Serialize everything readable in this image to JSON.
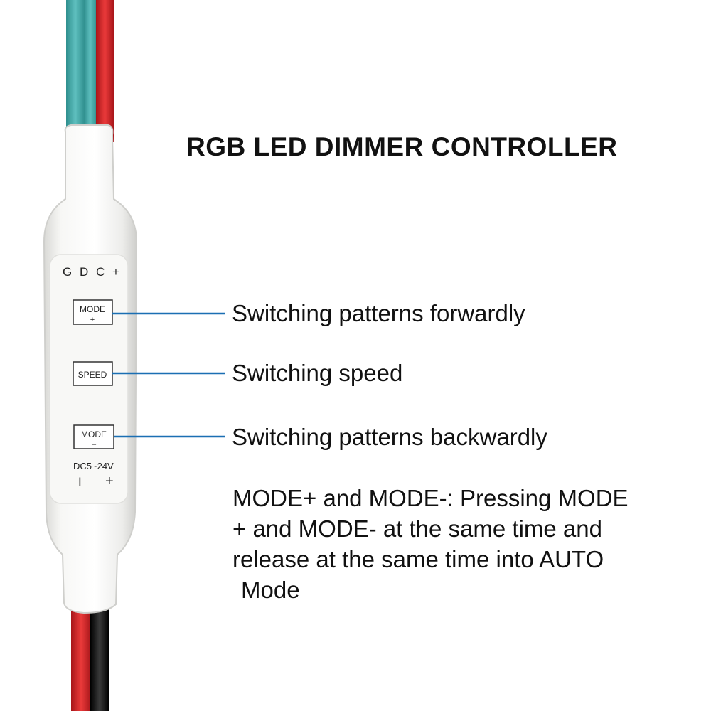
{
  "title": "RGB LED DIMMER CONTROLLER",
  "device": {
    "pins": "G D C +",
    "buttons": {
      "mode_plus": {
        "top": "MODE",
        "bottom": "+"
      },
      "speed": {
        "label": "SPEED"
      },
      "mode_minus": {
        "top": "MODE",
        "bottom": "–"
      }
    },
    "power": {
      "voltage": "DC5~24V",
      "neg": "I",
      "pos": "+"
    }
  },
  "labels": {
    "mode_plus": "Switching patterns forwardly",
    "speed": "Switching speed",
    "mode_minus": "Switching patterns backwardly"
  },
  "note": [
    "MODE+ and MODE-: Pressing MODE",
    "+ and MODE- at the same time and",
    "release at the same time into AUTO",
    "Mode"
  ],
  "colors": {
    "leader_line": "#1b6fb3",
    "wire_cyan": "#3fa7a6",
    "wire_red": "#d8262a",
    "wire_black": "#1a1a1a",
    "housing": "#f4f4f2"
  }
}
